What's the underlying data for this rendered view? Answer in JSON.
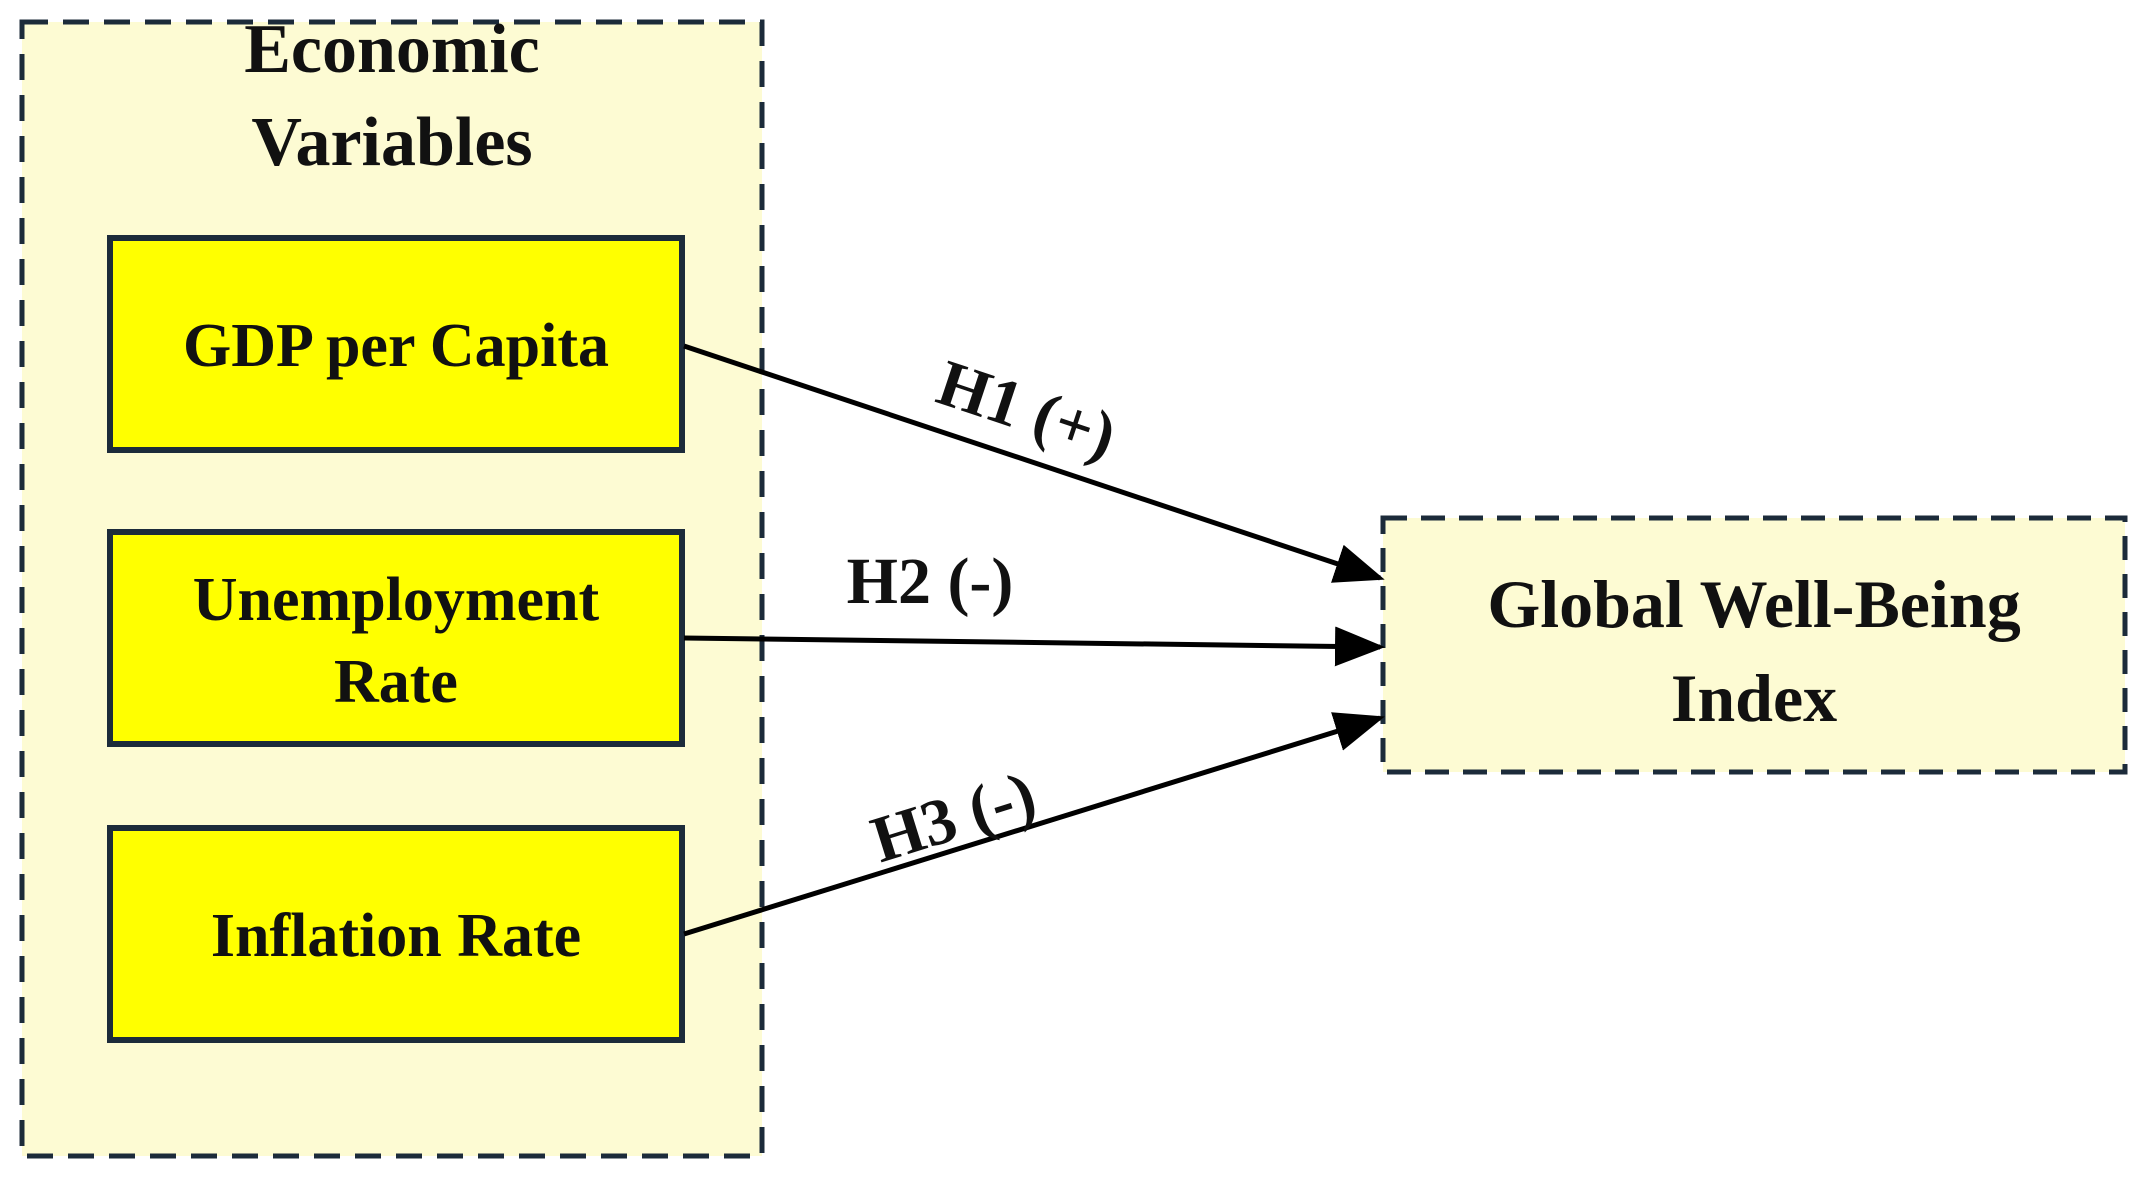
{
  "group": {
    "title_line1": "Economic",
    "title_line2": "Variables"
  },
  "variables": [
    {
      "lines": [
        "GDP per Capita"
      ]
    },
    {
      "lines": [
        "Unemployment",
        "Rate"
      ]
    },
    {
      "lines": [
        "Inflation Rate"
      ]
    }
  ],
  "outcome": {
    "line1": "Global Well-Being",
    "line2": "Index"
  },
  "hypotheses": [
    {
      "label": "H1 (+)"
    },
    {
      "label": "H2 (-)"
    },
    {
      "label": "H3 (-)"
    }
  ],
  "colors": {
    "variable_fill": "#ffff00",
    "group_fill": "#fdfbd3",
    "border": "#1c2b3a",
    "arrow": "#000000"
  }
}
